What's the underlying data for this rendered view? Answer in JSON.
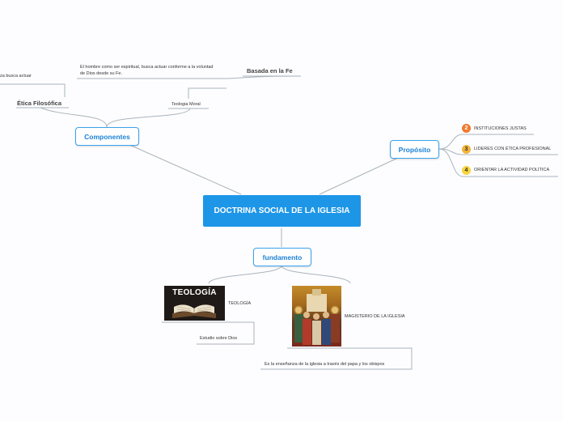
{
  "central": "DOCTRINA SOCIAL DE LA IGLESIA",
  "componentes": {
    "label": "Componentes",
    "etica": {
      "label": "Ética Filosófica",
      "leaf": "za busca actuar"
    },
    "teologia_moral": {
      "label": "Teologia Moral",
      "basada": {
        "label": "Basada en la Fe",
        "text": "El hombre como ser espiritual, busca actuar conforme a la voluntad de Dios desde su Fe."
      }
    }
  },
  "proposito": {
    "label": "Propósito",
    "items": [
      {
        "num": "2",
        "text": "INSTITUCIONES JUSTAS",
        "color": "#f07a2e"
      },
      {
        "num": "3",
        "text": "LIDERES CON ÉTICA PROFESIONAL",
        "color": "#f2b43a"
      },
      {
        "num": "4",
        "text": "ORIENTAR LA ACTIVIDAD POLÍTICA",
        "color": "#f7d43c"
      }
    ]
  },
  "fundamento": {
    "label": "fundamento",
    "teologia": {
      "label": "TEOLOGÍA",
      "image_text": "TEOLOGÍA",
      "sub": "Estudio sobre Dios"
    },
    "magisterio": {
      "label": "MAGISTERIO DE LA IGLESIA",
      "sub": "Es la enseñanza de la iglesia a través del papa y los obispos"
    }
  },
  "colors": {
    "accent": "#1e96e8",
    "border": "#3ba3ec",
    "link": "#a9b4bd"
  }
}
